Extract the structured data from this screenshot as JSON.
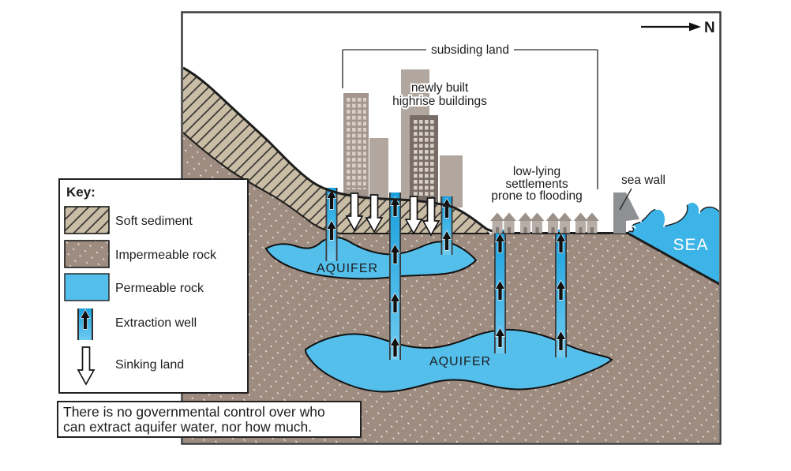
{
  "diagram": {
    "north_label": "N",
    "subsiding_land": "subsiding land",
    "buildings_label_1": "newly built",
    "buildings_label_2": "highrise buildings",
    "settlements_label_1": "low-lying",
    "settlements_label_2": "settlements",
    "settlements_label_3": "prone to flooding",
    "sea_wall_label": "sea wall",
    "sea_label": "SEA",
    "aquifer_label": "AQUIFER"
  },
  "key": {
    "title": "Key:",
    "items": [
      {
        "label": "Soft sediment"
      },
      {
        "label": "Impermeable rock"
      },
      {
        "label": "Permeable rock"
      },
      {
        "label": "Extraction well"
      },
      {
        "label": "Sinking land"
      }
    ]
  },
  "note": {
    "line1": "There is no governmental control over who",
    "line2": "can extract aquifer water, nor how much."
  },
  "colors": {
    "soft_sediment": "#cabda5",
    "impermeable_rock": "#9d8c7f",
    "permeable_rock": "#55bfec",
    "sea": "#3db4e8",
    "well_top": "#18a0dd",
    "well_bottom": "#6fcbf1",
    "building_light": "#b1a79f",
    "building_medium": "#a3968e",
    "building_dark": "#786d66",
    "building_window": "#d8cfc7",
    "house_body": "#b7aea7",
    "house_roof": "#9c9189",
    "house_door": "#857b74",
    "sea_wall": "#8f9093"
  }
}
